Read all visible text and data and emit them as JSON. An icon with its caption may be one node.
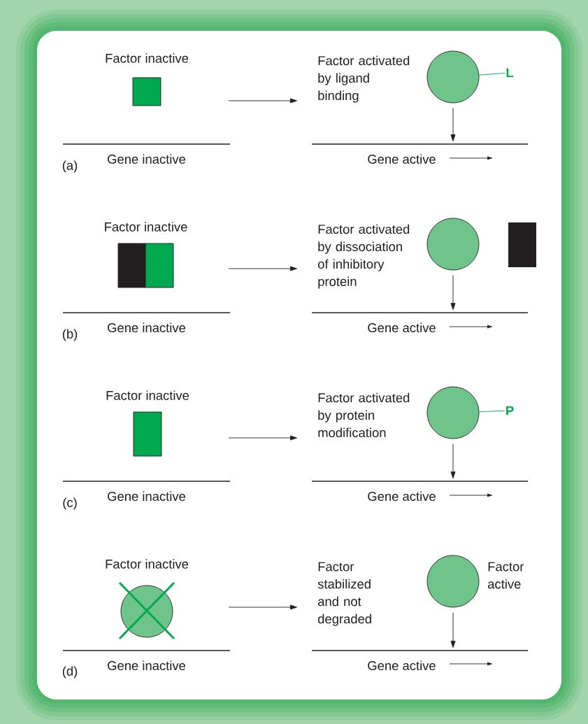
{
  "diagram": {
    "nodes": [
      {
        "text": [
          "Factor inactive"
        ]
      },
      {
        "text": [
          "Gene inactive"
        ]
      },
      {
        "text": [
          "Factor activated by ligand binding"
        ]
      },
      {
        "text": [],
        "shape": "circle"
      },
      {
        "text": [
          "L"
        ]
      },
      {
        "text": [
          "Gene active"
        ]
      },
      {
        "text": [
          "Factor inactive"
        ]
      },
      {
        "text": [
          "Gene inactive"
        ]
      },
      {
        "text": [
          "Factor activated by dissociation of inhibitory protein"
        ]
      },
      {
        "text": [],
        "shape": "circle"
      },
      {
        "text": [],
        "shape": "box"
      },
      {
        "text": [
          "Gene active"
        ]
      },
      {
        "text": [
          "Factor inactive"
        ]
      },
      {
        "text": [
          "Gene inactive"
        ]
      },
      {
        "text": [
          "Factor activated by protein modification"
        ]
      },
      {
        "text": [],
        "shape": "circle"
      },
      {
        "text": [
          "P"
        ]
      },
      {
        "text": [
          "Gene active"
        ]
      },
      {
        "text": [
          "Factor inactive"
        ]
      },
      {
        "text": [
          "Gene inactive"
        ]
      },
      {
        "text": [
          "Factor stabilized and not degraded"
        ]
      },
      {
        "text": [],
        "shape": "circle",
        "beside": [
          "Factor active"
        ]
      },
      {
        "text": [
          "Gene active"
        ]
      }
    ],
    "edges": [
      {
        "from": null,
        "to": 2,
        "arrow": "to"
      },
      {
        "from": 3,
        "to": 5,
        "arrow": "to"
      },
      {
        "from": 3,
        "to": 4,
        "arrow": "none",
        "color": "#00a84f"
      },
      {
        "from": null,
        "to": 8,
        "arrow": "to"
      },
      {
        "from": 9,
        "to": 11,
        "arrow": "to"
      },
      {
        "from": null,
        "to": 14,
        "arrow": "to"
      },
      {
        "from": 15,
        "to": 17,
        "arrow": "to"
      },
      {
        "from": 15,
        "to": 16,
        "arrow": "none",
        "color": "#00a84f"
      },
      {
        "from": null,
        "to": 20,
        "arrow": "to"
      },
      {
        "from": 21,
        "to": 22,
        "arrow": "to"
      }
    ],
    "labels": [
      "(a)",
      "(b)",
      "(c)",
      "(d)"
    ]
  }
}
